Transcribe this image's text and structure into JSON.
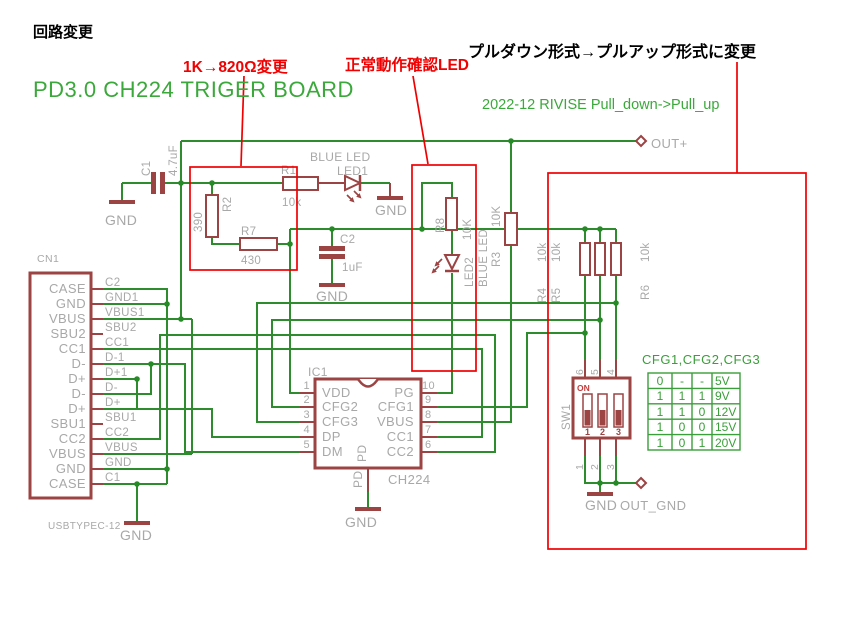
{
  "title_notes": {
    "change_title": "回路変更",
    "res_change_note": "1K→820Ω変更",
    "led_check_note": "正常動作確認LED",
    "pullup_note": "プルダウン形式→プルアップ形式に変更",
    "board_title": "PD3.0 CH224 TRIGER BOARD",
    "revision_note": "2022-12 RIVISE Pull_down->Pull_up"
  },
  "connector": {
    "ref": "CN1",
    "part": "USBTYPEC-12",
    "pin_names": [
      "CASE",
      "GND",
      "VBUS",
      "SBU2",
      "CC1",
      "D-",
      "D+",
      "D-",
      "D+",
      "SBU1",
      "CC2",
      "VBUS",
      "GND",
      "CASE"
    ],
    "net_labels": [
      "C2",
      "GND1",
      "VBUS1",
      "SBU2",
      "CC1",
      "D-1",
      "D+1",
      "D-",
      "D+",
      "SBU1",
      "CC2",
      "VBUS",
      "GND",
      "C1"
    ]
  },
  "ic": {
    "ref": "IC1",
    "part": "CH224",
    "left_pin_numbers": [
      "1",
      "2",
      "3",
      "4",
      "5"
    ],
    "left_pin_names": [
      "VDD",
      "CFG2",
      "CFG3",
      "DP",
      "DM"
    ],
    "right_pin_numbers": [
      "10",
      "9",
      "8",
      "7",
      "6"
    ],
    "right_pin_names": [
      "PG",
      "CFG1",
      "VBUS",
      "CC1",
      "CC2"
    ],
    "inner_label": "PD",
    "bottom_pin_label": "PD"
  },
  "sw": {
    "ref": "SW1",
    "on_label": "ON",
    "slot_numbers": [
      "1",
      "2",
      "3"
    ],
    "top_pin_numbers": [
      "6",
      "5",
      "4"
    ],
    "bottom_pin_numbers": [
      "1",
      "2",
      "3"
    ]
  },
  "components": {
    "c1": {
      "ref": "C1",
      "value": "4.7uF"
    },
    "c2": {
      "ref": "C2",
      "value": "1uF"
    },
    "r1": {
      "ref": "R1",
      "value": "10k"
    },
    "r2": {
      "ref": "R2",
      "value": "390"
    },
    "r3": {
      "ref": "R3",
      "value": "10K"
    },
    "r4": {
      "ref": "R4",
      "value": "10k"
    },
    "r5": {
      "ref": "R5",
      "value": "10k"
    },
    "r6": {
      "ref": "R6",
      "value": "10k"
    },
    "r7": {
      "ref": "R7",
      "value": "430"
    },
    "r8": {
      "ref": "R8",
      "value": "10K"
    },
    "led1": {
      "ref": "LED1",
      "desc": "BLUE LED"
    },
    "led2": {
      "ref": "LED2",
      "desc": "BLUE LED"
    }
  },
  "nets": {
    "gnd": "GND",
    "out_pos": "OUT+",
    "out_gnd": "OUT_GND"
  },
  "cfg_table": {
    "title": "CFG1,CFG2,CFG3",
    "rows": [
      [
        "0",
        "-",
        "-",
        "5V"
      ],
      [
        "1",
        "1",
        "1",
        "9V"
      ],
      [
        "1",
        "1",
        "0",
        "12V"
      ],
      [
        "1",
        "0",
        "0",
        "15V"
      ],
      [
        "1",
        "0",
        "1",
        "20V"
      ]
    ]
  },
  "colors": {
    "wire": "#2e8b2e",
    "component": "#9c4343",
    "label_gray": "#a8a8a8",
    "annotation_red": "#f00000",
    "title_green": "#3aa83a",
    "table_green": "#3a9e3a"
  }
}
